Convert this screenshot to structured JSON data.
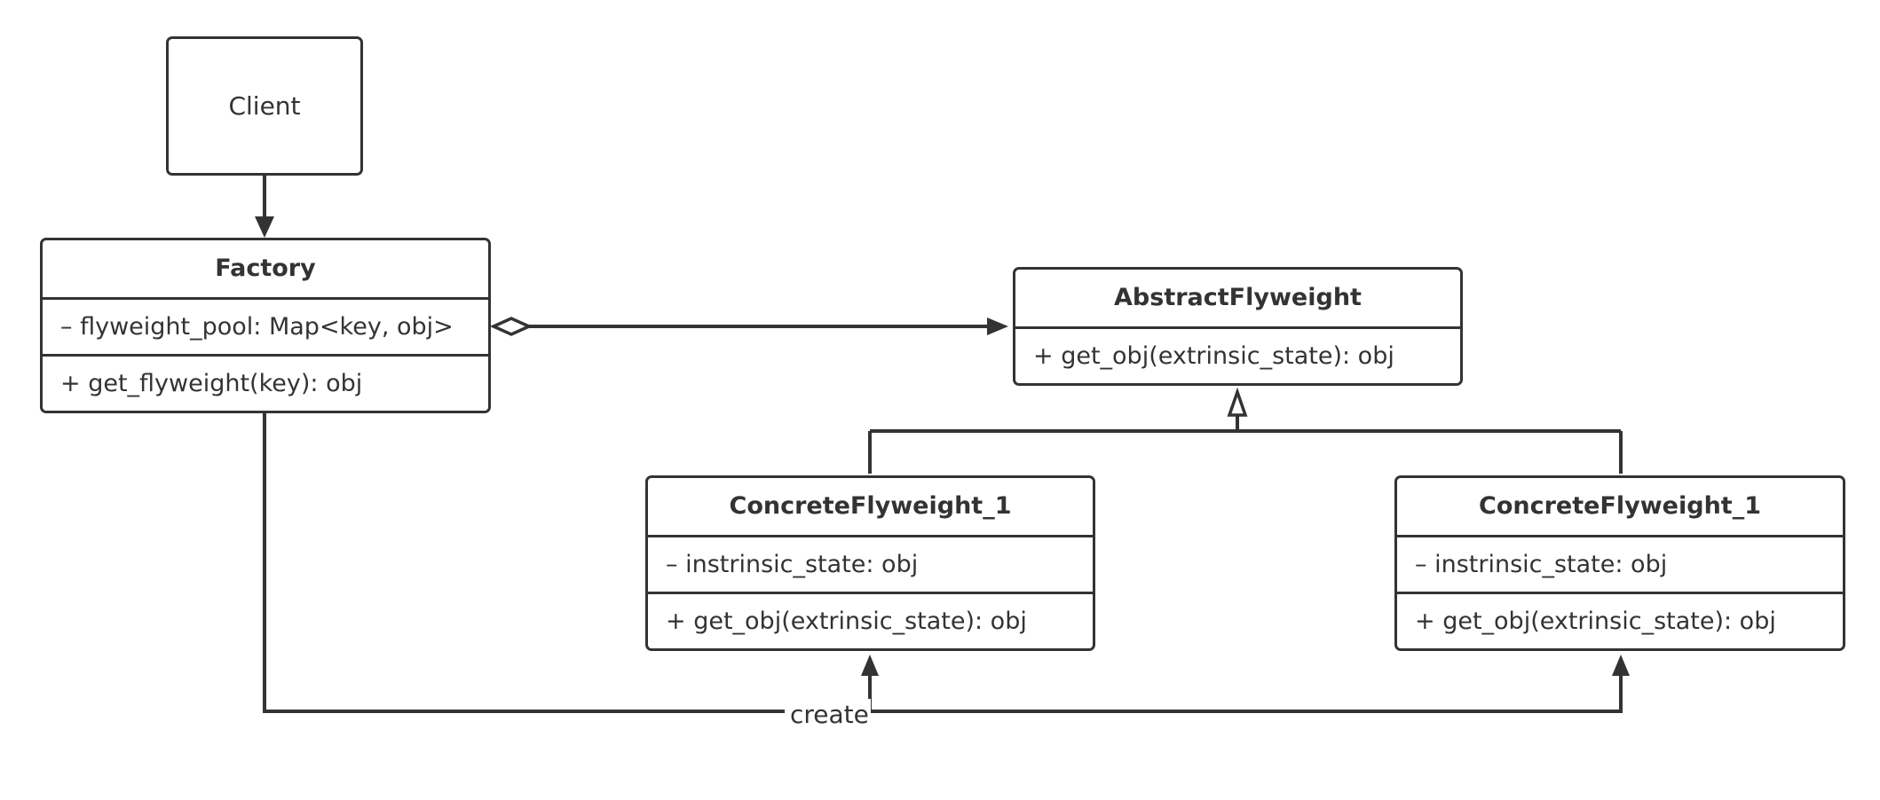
{
  "colors": {
    "stroke": "#333333",
    "background": "#ffffff"
  },
  "client": {
    "label": "Client"
  },
  "factory": {
    "name": "Factory",
    "attribute": "– flyweight_pool: Map<key, obj>",
    "method": "+ get_flyweight(key): obj"
  },
  "abstract_flyweight": {
    "name": "AbstractFlyweight",
    "method": "+ get_obj(extrinsic_state): obj"
  },
  "concrete_left": {
    "name": "ConcreteFlyweight_1",
    "attribute": "– instrinsic_state: obj",
    "method": "+ get_obj(extrinsic_state): obj"
  },
  "concrete_right": {
    "name": "ConcreteFlyweight_1",
    "attribute": "– instrinsic_state: obj",
    "method": "+ get_obj(extrinsic_state): obj"
  },
  "edges": {
    "create_label": "create"
  }
}
